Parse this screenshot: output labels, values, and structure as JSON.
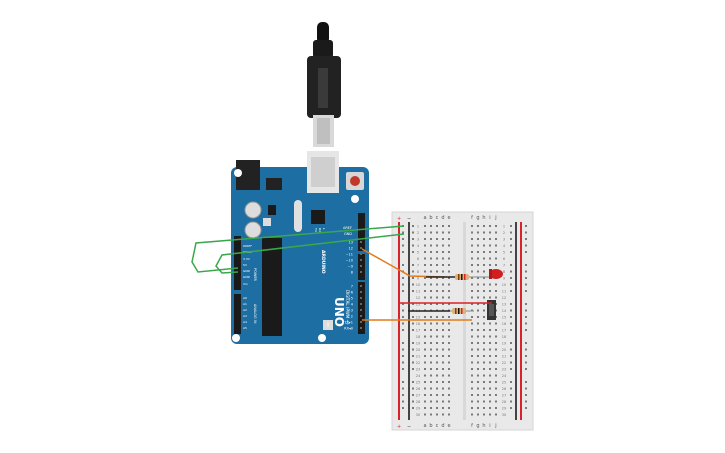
{
  "arduino": {
    "brand": "ARDUINO",
    "model": "UNO",
    "label_aref": "AREF",
    "label_gnd": "GND",
    "digital_pins": [
      "13",
      "12",
      "~11",
      "~10",
      "~9",
      "8",
      "7",
      "~6",
      "~5",
      "4",
      "~3",
      "2",
      "TX▸1",
      "RX◂0"
    ],
    "label_digital": "DIGITAL (PWM ~)",
    "label_tx": "TX",
    "label_rx": "RX",
    "label_l": "L",
    "label_on": "ON",
    "label_ioref": "IOREF",
    "label_reset": "RESET",
    "label_3v3": "3.3V",
    "label_5v": "5V",
    "label_gnd_power1": "GND",
    "label_gnd_power2": "GND",
    "label_vin": "Vin",
    "label_power": "POWER",
    "label_analog": "ANALOG IN",
    "analog_pins": [
      "A0",
      "A1",
      "A2",
      "A3",
      "A4",
      "A5"
    ]
  },
  "breadboard": {
    "columns_left": [
      "a",
      "b",
      "c",
      "d",
      "e"
    ],
    "columns_right": [
      "f",
      "g",
      "h",
      "i",
      "j"
    ],
    "row_count": 30,
    "rail_plus": "+",
    "rail_minus": "−"
  },
  "colors": {
    "board_blue": "#1d6ea3",
    "wire_green": "#3aa84a",
    "wire_orange": "#e07b1a",
    "wire_red": "#d8232a",
    "wire_black": "#222222",
    "led_red": "#d11f1f",
    "breadboard_bg": "#e9e9e9"
  }
}
